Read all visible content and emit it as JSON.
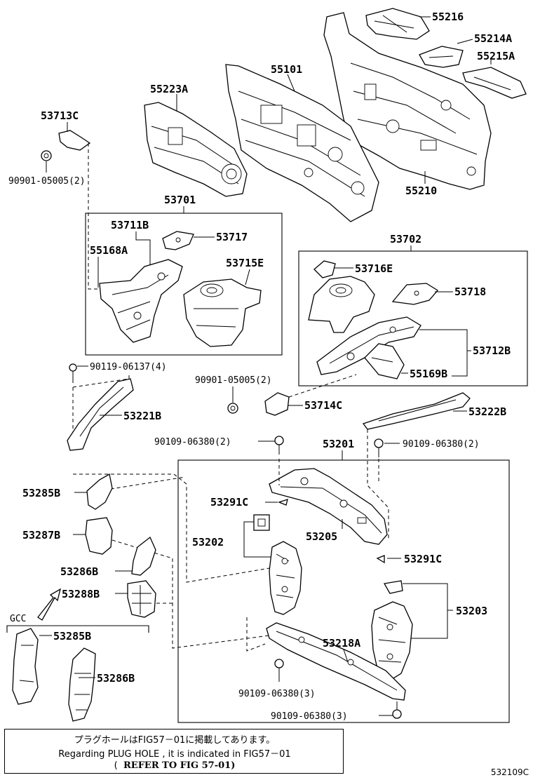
{
  "labels": {
    "p55216": "55216",
    "p55214A": "55214A",
    "p55215A": "55215A",
    "p55101": "55101",
    "p55223A": "55223A",
    "p53713C": "53713C",
    "p90901_a": "90901-05005(2)",
    "p55210": "55210",
    "p53701": "53701",
    "p53711B": "53711B",
    "p53717": "53717",
    "p55168A": "55168A",
    "p53715E": "53715E",
    "p53702": "53702",
    "p53716E": "53716E",
    "p53718": "53718",
    "p53712B": "53712B",
    "p55169B": "55169B",
    "p90119": "90119-06137(4)",
    "p90901_b": "90901-05005(2)",
    "p53714C": "53714C",
    "p53221B": "53221B",
    "p53222B": "53222B",
    "p90109_a": "90109-06380(2)",
    "p53201": "53201",
    "p90109_b": "90109-06380(2)",
    "p53285B_a": "53285B",
    "p53291C_a": "53291C",
    "p53287B": "53287B",
    "p53202": "53202",
    "p53205": "53205",
    "p53286B_a": "53286B",
    "p53291C_b": "53291C",
    "p53288B": "53288B",
    "p53203": "53203",
    "gcc": "GCC",
    "p53285B_b": "53285B",
    "p53218A": "53218A",
    "p53286B_b": "53286B",
    "p90109_c": "90109-06380(3)",
    "p90109_d": "90109-06380(3)"
  },
  "note": {
    "line1": "プラグホールはFIG57－01に掲載してあります。",
    "line2": "Regarding PLUG HOLE , it is indicated in FIG57－01",
    "line3_open": "(",
    "line3_ref": "REFER TO FIG 57-01)"
  },
  "figure_code": "532109C"
}
